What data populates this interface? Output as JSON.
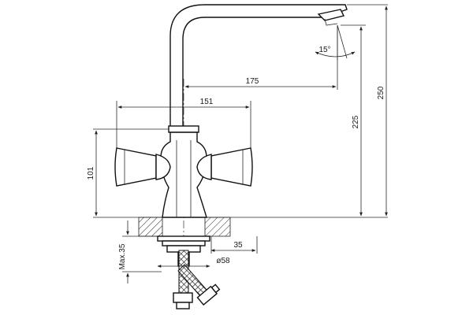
{
  "dimensions": {
    "reach": "175",
    "handle_span": "151",
    "height_to_spout_outlet": "225",
    "total_height": "250",
    "handle_height": "101",
    "spout_angle": "15°",
    "max_mount_thickness": "Max.35",
    "thread_length": "35",
    "base_diameter": "ø58"
  }
}
